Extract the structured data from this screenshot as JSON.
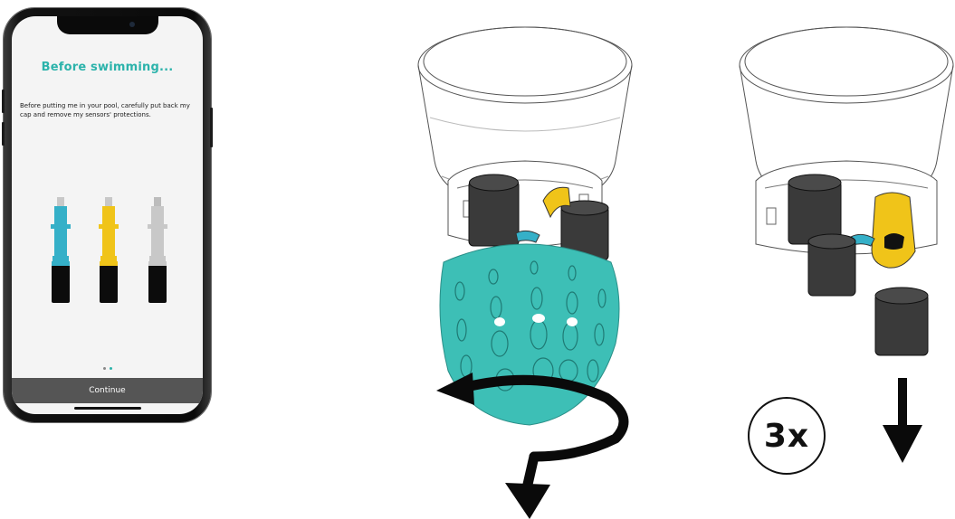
{
  "phone_screen": {
    "title": "Before swimming...",
    "body": "Before putting me in your pool, carefully put back my cap and remove my sensors' protections.",
    "continue_label": "Continue",
    "pager": {
      "pages": 2,
      "active": 2
    }
  },
  "sensors": [
    {
      "name": "blue-sensor-icon",
      "color": "#35b0c8"
    },
    {
      "name": "yellow-sensor-icon",
      "color": "#f0c419"
    },
    {
      "name": "grey-sensor-icon",
      "color": "#c8c8c8"
    }
  ],
  "step_right": {
    "multiplier": "3x"
  },
  "colors": {
    "accent": "#2cb3ab",
    "cap": "#3dbfb6",
    "sensor_blue": "#35b0c8",
    "sensor_yellow": "#f0c419",
    "sensor_grey": "#c8c8c8",
    "protection_cap": "#3c3c3c"
  }
}
